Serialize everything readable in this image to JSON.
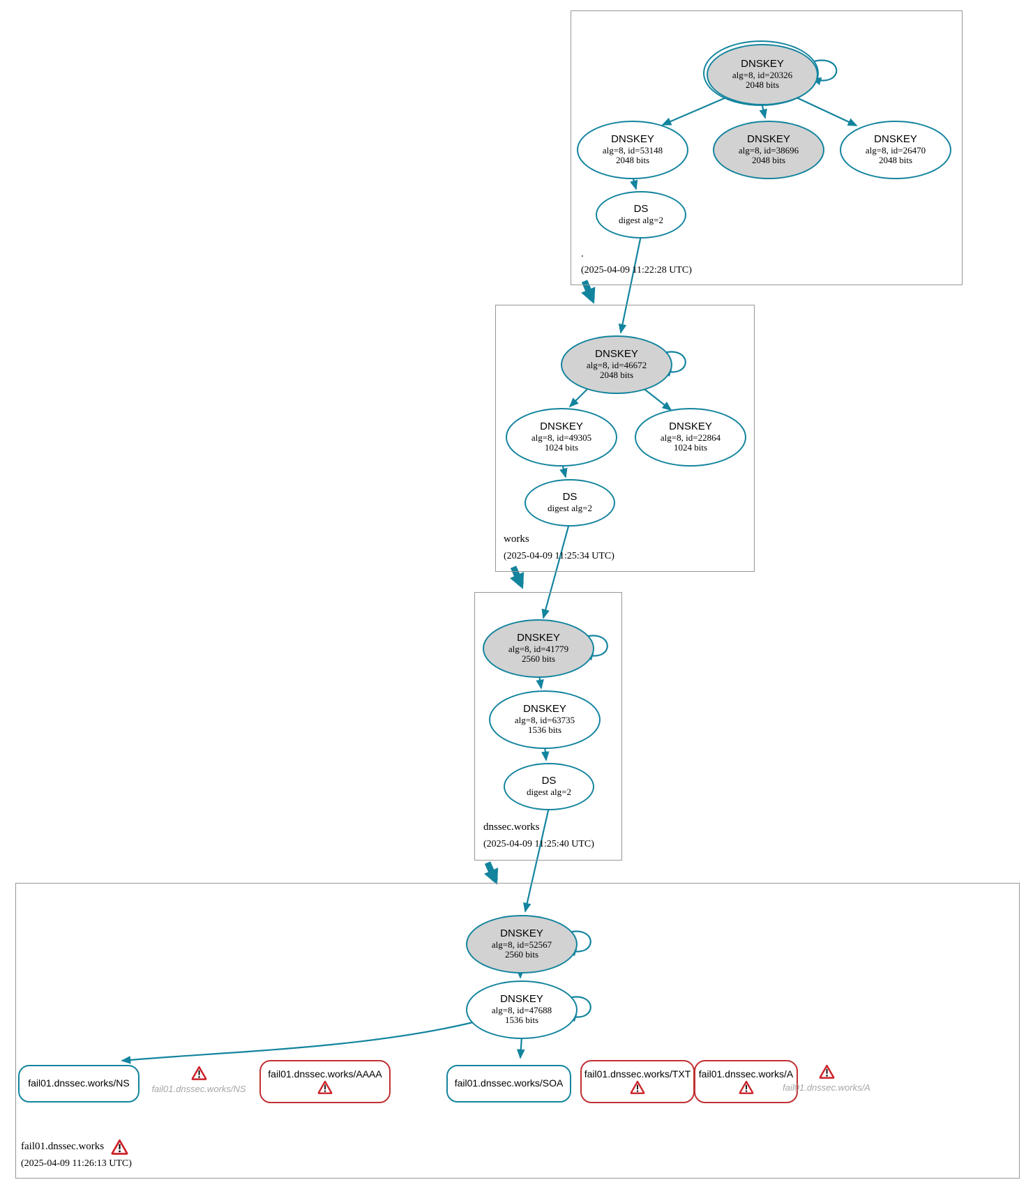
{
  "diagram": "DNSSEC authentication chain graph",
  "colors": {
    "secure_teal": "#13849e",
    "error_red_border": "#c03033",
    "warning_red": "#cc2229",
    "ksk_fill_gray": "#d2d2d2",
    "ghost_text_gray": "#a6a6a6",
    "zone_border_gray": "#969696"
  },
  "zones": [
    {
      "label": ".",
      "timestamp": "(2025-04-09 11:22:28 UTC)",
      "keys": [
        {
          "title": "DNSKEY",
          "detail": "alg=8, id=20326",
          "bits": "2048 bits"
        },
        {
          "title": "DNSKEY",
          "detail": "alg=8, id=53148",
          "bits": "2048 bits"
        },
        {
          "title": "DNSKEY",
          "detail": "alg=8, id=38696",
          "bits": "2048 bits"
        },
        {
          "title": "DNSKEY",
          "detail": "alg=8, id=26470",
          "bits": "2048 bits"
        }
      ],
      "ds": {
        "title": "DS",
        "detail": "digest alg=2"
      }
    },
    {
      "label": "works",
      "timestamp": "(2025-04-09 11:25:34 UTC)",
      "keys": [
        {
          "title": "DNSKEY",
          "detail": "alg=8, id=46672",
          "bits": "2048 bits"
        },
        {
          "title": "DNSKEY",
          "detail": "alg=8, id=49305",
          "bits": "1024 bits"
        },
        {
          "title": "DNSKEY",
          "detail": "alg=8, id=22864",
          "bits": "1024 bits"
        }
      ],
      "ds": {
        "title": "DS",
        "detail": "digest alg=2"
      }
    },
    {
      "label": "dnssec.works",
      "timestamp": "(2025-04-09 11:25:40 UTC)",
      "keys": [
        {
          "title": "DNSKEY",
          "detail": "alg=8, id=41779",
          "bits": "2560 bits"
        },
        {
          "title": "DNSKEY",
          "detail": "alg=8, id=63735",
          "bits": "1536 bits"
        }
      ],
      "ds": {
        "title": "DS",
        "detail": "digest alg=2"
      }
    },
    {
      "label": "fail01.dnssec.works",
      "timestamp": "(2025-04-09 11:26:13 UTC)",
      "has_warning": true,
      "keys": [
        {
          "title": "DNSKEY",
          "detail": "alg=8, id=52567",
          "bits": "2560 bits"
        },
        {
          "title": "DNSKEY",
          "detail": "alg=8, id=47688",
          "bits": "1536 bits"
        }
      ],
      "rrsets": [
        {
          "label": "fail01.dnssec.works/NS",
          "status": "secure"
        },
        {
          "label": "fail01.dnssec.works/AAAA",
          "status": "error"
        },
        {
          "label": "fail01.dnssec.works/SOA",
          "status": "secure"
        },
        {
          "label": "fail01.dnssec.works/TXT",
          "status": "error"
        },
        {
          "label": "fail01.dnssec.works/A",
          "status": "error"
        }
      ],
      "ghosts": [
        {
          "label": "fail01.dnssec.works/NS"
        },
        {
          "label": "fail01.dnssec.works/A"
        }
      ]
    }
  ]
}
